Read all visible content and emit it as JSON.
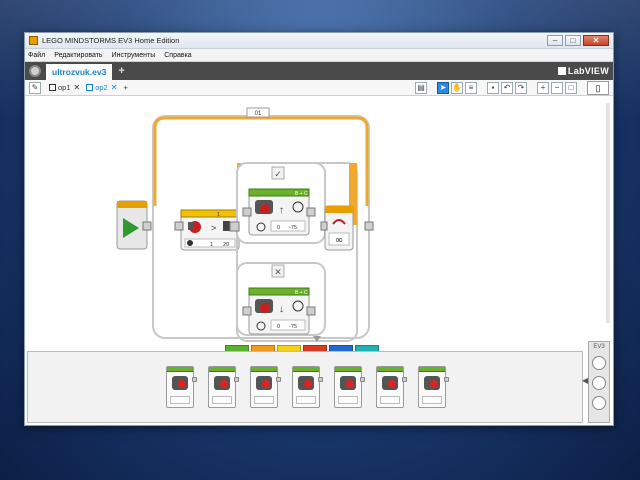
{
  "window": {
    "title": "LEGO MINDSTORMS EV3 Home Edition"
  },
  "window_controls": {
    "minimize": "–",
    "maximize": "□",
    "close": "✕"
  },
  "menu": {
    "items": [
      "Файл",
      "Редактировать",
      "Инструменты",
      "Справка"
    ]
  },
  "project": {
    "tab_label": "ultrozvuk.ev3",
    "add_label": "+",
    "brand": "LabVIEW"
  },
  "program_tabs": [
    {
      "label": "op1",
      "close": "✕"
    },
    {
      "label": "op2",
      "close": "✕"
    }
  ],
  "program_add_label": "+",
  "switch": {
    "top_label": "01",
    "true_mark": "✓",
    "false_mark": "✕"
  },
  "loop": {
    "label": "01",
    "infinity": "∞"
  },
  "sensor_block": {
    "port": "1",
    "compare": ">",
    "mode_value": "1",
    "threshold": "20"
  },
  "motor_true": {
    "ports": "B + C",
    "steering": "0",
    "power": "-75"
  },
  "motor_false": {
    "ports": "B + C",
    "steering": "0",
    "power": "-75"
  },
  "side_panel": {
    "tag": "EV3"
  },
  "palette_tab_colors": [
    "#59b22d",
    "#f29a1f",
    "#f4d21c",
    "#d93b20",
    "#2568d1",
    "#1fb2b2"
  ],
  "palette_blocks": [
    "medium-motor",
    "large-motor",
    "move-steering",
    "move-tank",
    "display",
    "sound",
    "brick-status-light"
  ],
  "colors": {
    "action_green": "#6ab12c",
    "flow_orange": "#e8a000",
    "sensor_yellow": "#f2c200",
    "accent_blue": "#1a7fc8"
  }
}
